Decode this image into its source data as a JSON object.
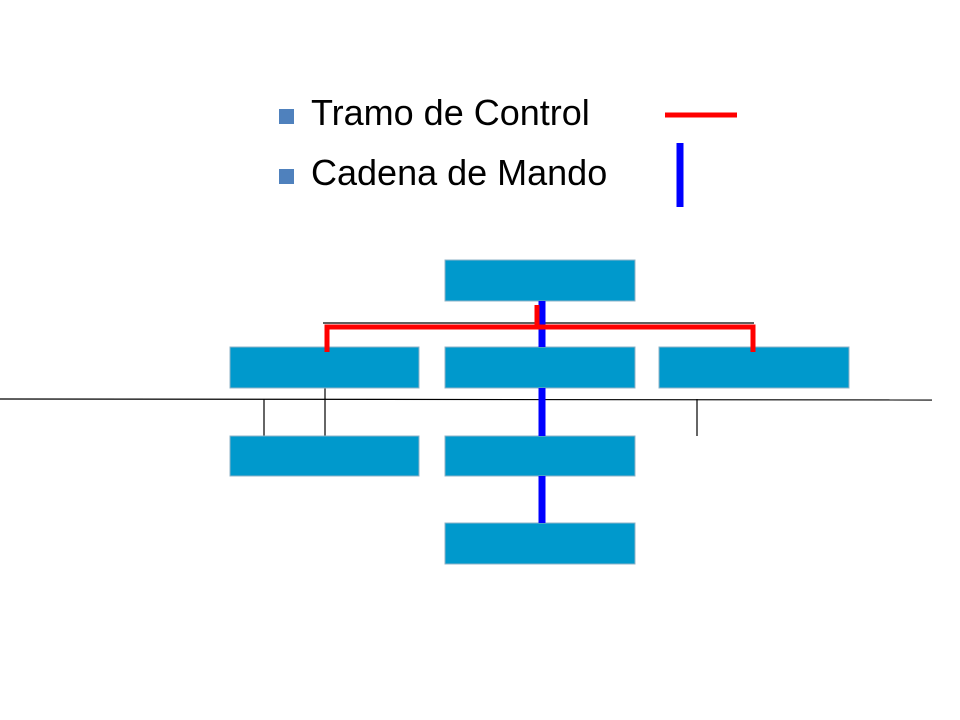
{
  "legend": {
    "items": [
      {
        "label": "Tramo de Control",
        "line": "horizontal",
        "color": "#ff0000"
      },
      {
        "label": "Cadena de Mando",
        "line": "vertical",
        "color": "#0000ff"
      }
    ],
    "bullet_color": "#4f81bd"
  },
  "org_chart": {
    "box_color": "#0099cc",
    "box_border": "#8fb3c7",
    "span_of_control_color": "#ff0000",
    "chain_of_command_color": "#0000ff",
    "connector_color": "#000000",
    "levels": [
      {
        "level": 1,
        "box_count": 1
      },
      {
        "level": 2,
        "box_count": 3
      },
      {
        "level": 3,
        "box_count": 2
      },
      {
        "level": 4,
        "box_count": 1
      }
    ]
  }
}
